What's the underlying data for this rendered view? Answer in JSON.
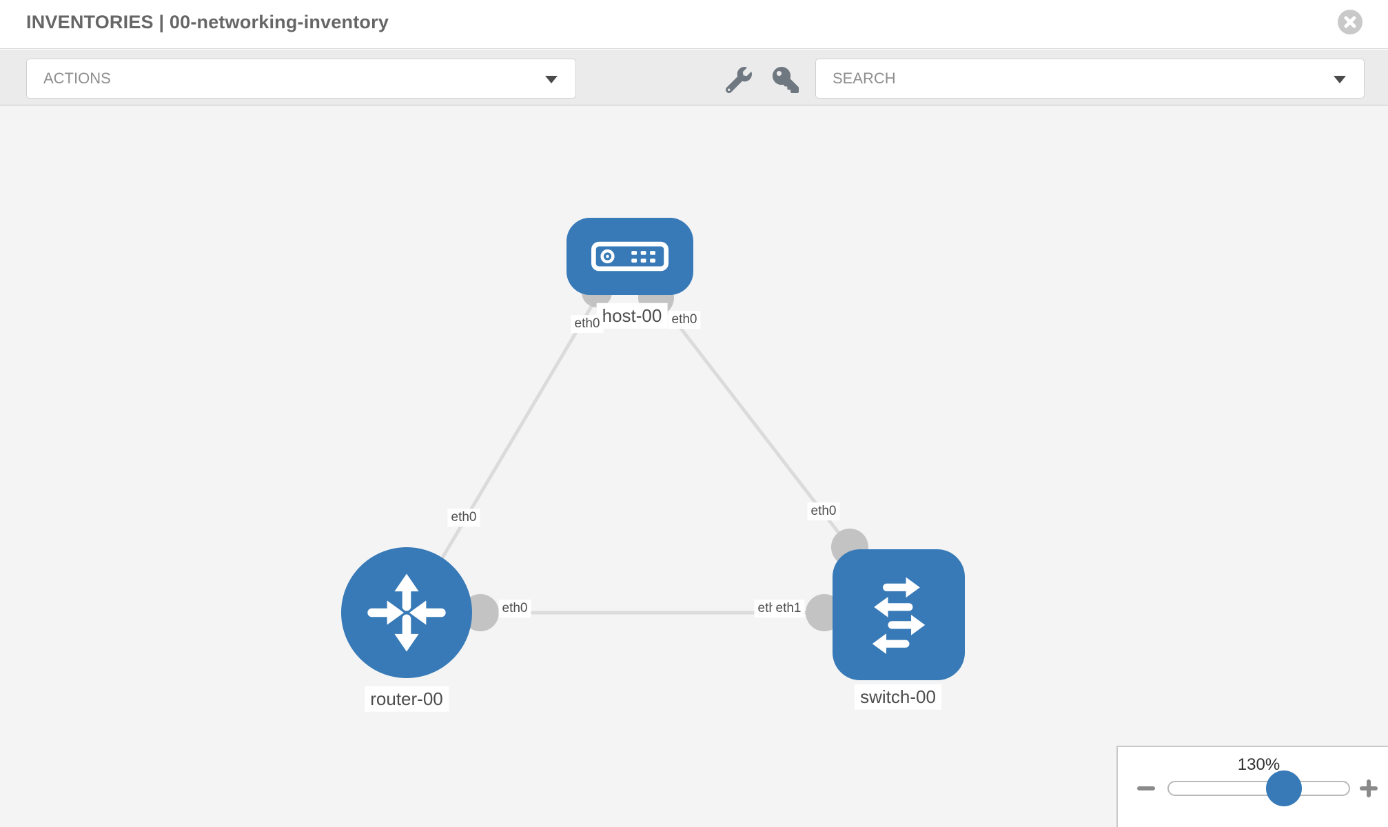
{
  "header": {
    "title": "INVENTORIES | 00-networking-inventory"
  },
  "toolbar": {
    "actions_label": "ACTIONS",
    "search_label": "SEARCH",
    "icon_names": [
      "wrench-icon",
      "key-icon"
    ]
  },
  "diagram": {
    "nodes": {
      "host": {
        "label": "host-00",
        "type": "host"
      },
      "router": {
        "label": "router-00",
        "type": "router"
      },
      "switch": {
        "label": "switch-00",
        "type": "switch"
      }
    },
    "interfaces": {
      "host_left": "eth0",
      "host_right": "eth0",
      "router_top": "eth0",
      "switch_top": "eth0",
      "router_right": "eth0",
      "switch_left_back": "eth0",
      "switch_left_front": "eth1"
    },
    "links": [
      {
        "from": "host-00",
        "from_interface": "eth0",
        "to": "router-00",
        "to_interface": "eth0"
      },
      {
        "from": "host-00",
        "from_interface": "eth0",
        "to": "switch-00",
        "to_interface": "eth0"
      },
      {
        "from": "router-00",
        "from_interface": "eth0",
        "to": "switch-00",
        "to_interface": "eth1"
      }
    ]
  },
  "zoom_control": {
    "percent_label": "130%",
    "value": 130
  },
  "colors": {
    "node_blue": "#377ab7",
    "link_gray": "#dbdbdb",
    "connector_gray": "#c3c3c3",
    "canvas_bg": "#f4f4f4",
    "toolbar_bg": "#ebebeb"
  }
}
